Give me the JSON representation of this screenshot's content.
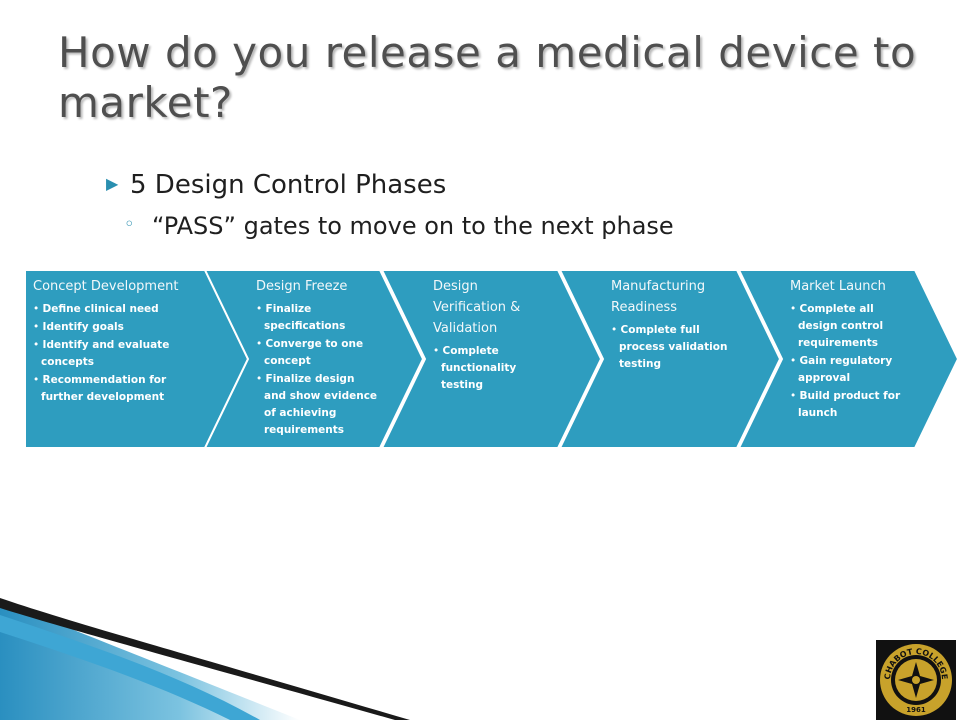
{
  "slide": {
    "title": "How do you release a medical device to market?",
    "bullet_main": "5 Design Control Phases",
    "bullet_sub": "“PASS” gates to move on to the next phase"
  },
  "phases": [
    {
      "title": "Concept Development",
      "items": [
        "Define clinical need",
        "Identify goals",
        "Identify and evaluate concepts",
        "Recommendation for further development"
      ]
    },
    {
      "title": "Design Freeze",
      "items": [
        "Finalize specifications",
        "Converge to one concept",
        "Finalize design and show evidence of achieving requirements"
      ]
    },
    {
      "title": "Design Verification & Validation",
      "items": [
        "Complete functionality testing"
      ]
    },
    {
      "title": "Manufacturing Readiness",
      "items": [
        "Complete full process validation testing"
      ]
    },
    {
      "title": "Market Launch",
      "items": [
        "Complete all design control requirements",
        "Gain regulatory approval",
        "Build product for launch"
      ]
    }
  ],
  "logo": {
    "lettering": "CHABOT COLLEGE",
    "year": "1961"
  },
  "colors": {
    "chevron_fill": "#2e9dbf",
    "chevron_outline": "#1e7c9a",
    "title_text": "#4f4f4f",
    "logo_gold": "#c8a22b"
  }
}
